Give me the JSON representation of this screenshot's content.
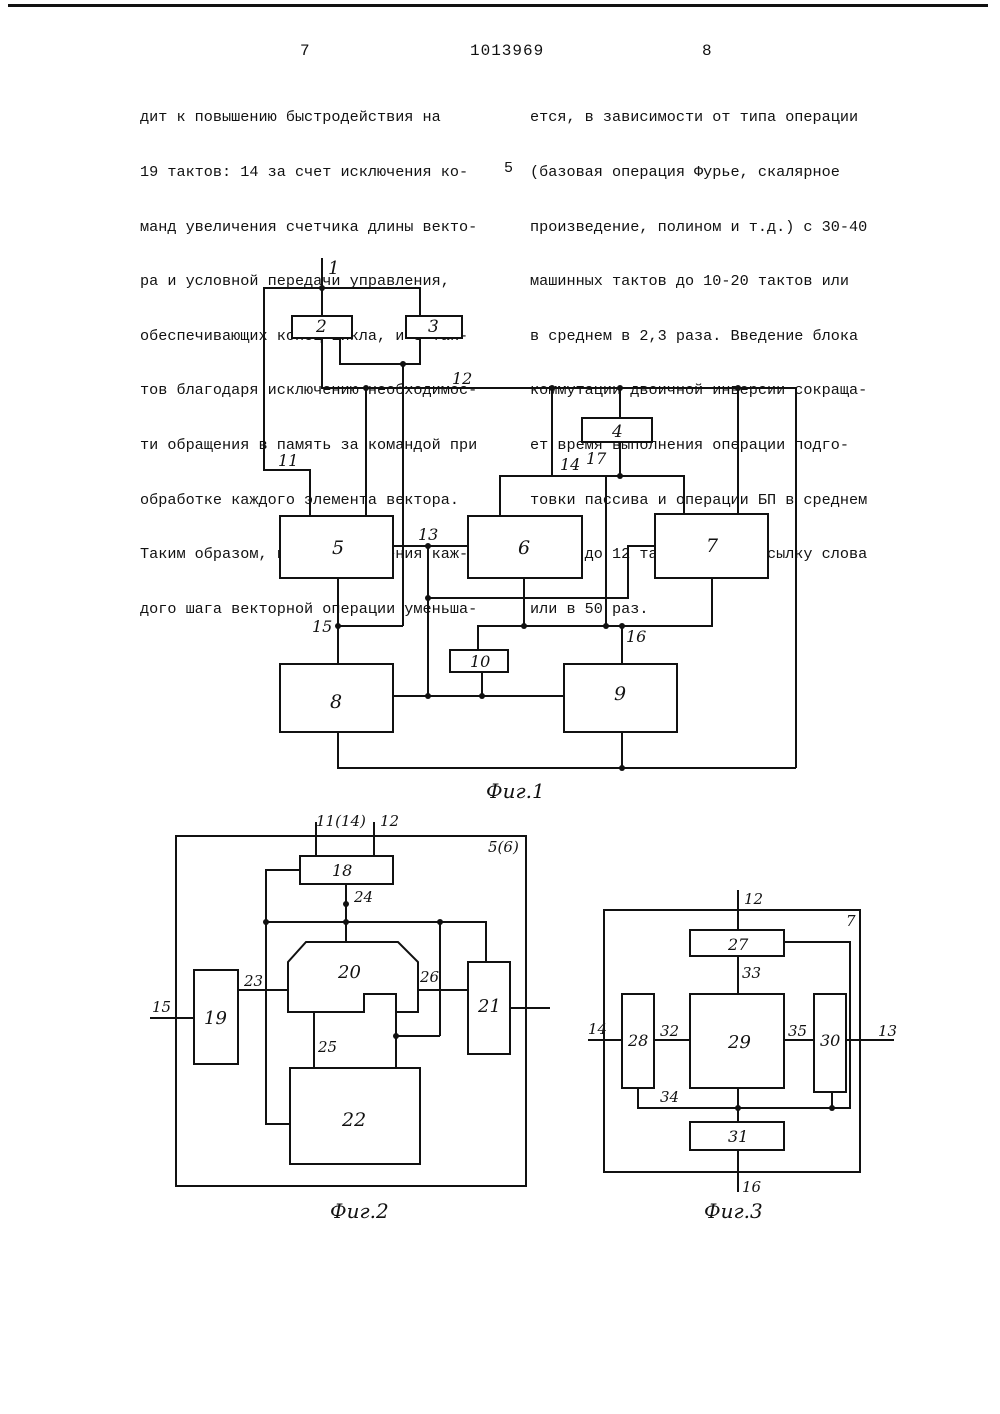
{
  "header": {
    "left_page": "7",
    "patent_number": "1013969",
    "right_page": "8"
  },
  "left_column": [
    "дит к повышению быстродействия на",
    "19 тактов: 14 за счет исключения ко-",
    "манд увеличения счетчика длины векто-",
    "ра и условной передачи управления,",
    "обеспечивающих конец цикла, и 5 так-",
    "тов благодаря исключению необходимос-",
    "ти обращения в память за командой при",
    "обработке каждого элемента вектора.",
    "Таким образом, время выполнения каж-",
    "дого шага векторной операции уменьша-"
  ],
  "right_column": [
    "ется, в зависимости от типа операции",
    "(базовая операция Фурье, скалярное",
    "произведение, полином и т.д.) с 30-40",
    "машинных тактов до 10-20 тактов или",
    "в среднем в 2,3 раза. Введение блока",
    "коммутации двоичной инверсии сокраща-",
    "ет время выполнения операции подго-",
    "товки пассива и операции БП в среднем",
    "с 600 до 12 тактов на пересылку слова",
    "или в 50 раз."
  ],
  "line_marker": "5",
  "figures": {
    "fig1": {
      "caption": "Фиг.1",
      "blocks": {
        "b2": "2",
        "b3": "3",
        "b4": "4",
        "b5": "5",
        "b6": "6",
        "b7": "7",
        "b8": "8",
        "b9": "9",
        "b10": "10"
      },
      "lines": {
        "l1": "1",
        "l11": "11",
        "l12": "12",
        "l13": "13",
        "l14": "14",
        "l15": "15",
        "l16": "16",
        "l17": "17"
      }
    },
    "fig2": {
      "caption": "Фиг.2",
      "frame_label": "5(6)",
      "blocks": {
        "b18": "18",
        "b19": "19",
        "b20": "20",
        "b21": "21",
        "b22": "22"
      },
      "lines": {
        "l11_14": "11(14)",
        "l12": "12",
        "l15": "15",
        "l23": "23",
        "l24": "24",
        "l25": "25",
        "l26": "26"
      }
    },
    "fig3": {
      "caption": "Фиг.3",
      "frame_label": "7",
      "blocks": {
        "b27": "27",
        "b28": "28",
        "b29": "29",
        "b30": "30",
        "b31": "31"
      },
      "lines": {
        "l12": "12",
        "l13": "13",
        "l14": "14",
        "l16": "16",
        "l32": "32",
        "l33": "33",
        "l34": "34",
        "l35": "35"
      }
    }
  }
}
